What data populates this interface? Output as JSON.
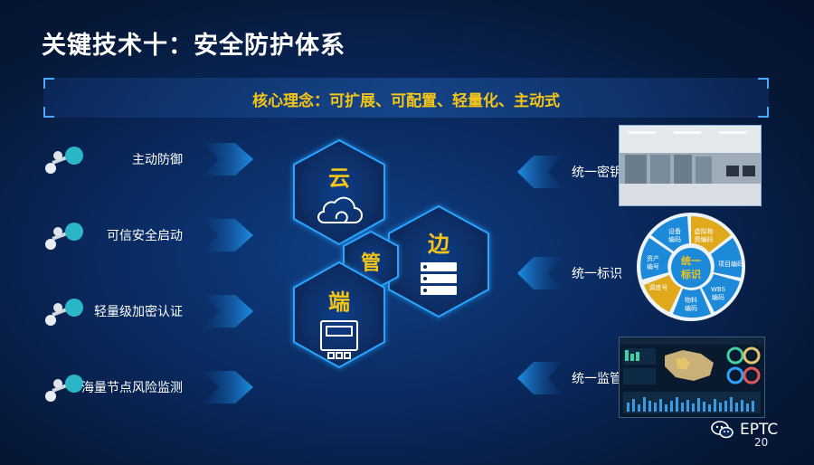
{
  "slide": {
    "title": "关键技术十：安全防护体系",
    "concept": "核心理念：可扩展、可配置、轻量化、主动式",
    "features": [
      {
        "label": "主动防御"
      },
      {
        "label": "可信安全启动"
      },
      {
        "label": "轻量级加密认证"
      },
      {
        "label": "海量节点风险监测"
      }
    ],
    "hexagons": {
      "cloud": "云",
      "pipe": "管",
      "edge": "边",
      "terminal": "端"
    },
    "right_items": [
      {
        "label": "统一密钥"
      },
      {
        "label": "统一标识"
      },
      {
        "label": "统一监管"
      }
    ],
    "id_circle": {
      "center": "统一\n标识",
      "segments": [
        "设备\n编码",
        "虚拟物\n资编码",
        "项目编码",
        "WBS\n编码",
        "物料\n编码",
        "调度号",
        "资产\n编号"
      ]
    },
    "brand": "EPTC",
    "page_number": "20",
    "colors": {
      "accent_yellow": "#f5c518",
      "arrow_blue": "#1f8fe6",
      "hex_glow": "#2aa4ff"
    }
  }
}
